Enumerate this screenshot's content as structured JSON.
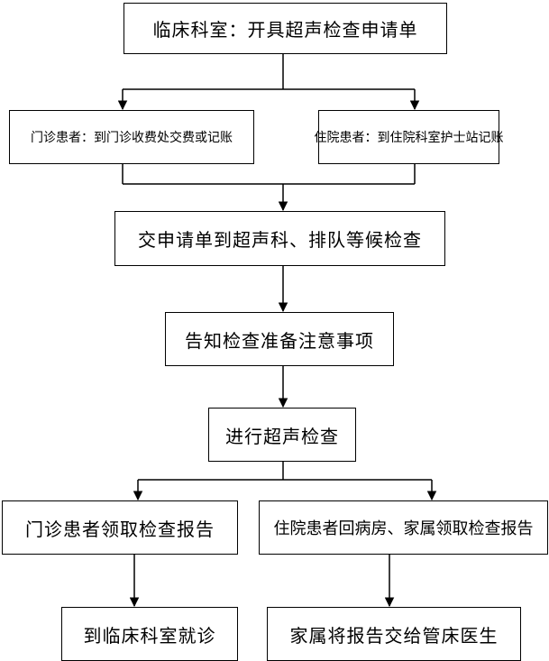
{
  "flowchart": {
    "step_request": "临床科室：开具超声检查申请单",
    "step_outpatient_pay": "门诊患者：到门诊收费处交费或记账",
    "step_inpatient_pay": "住院患者：到住院科室护士站记账",
    "step_queue": "交申请单到超声科、排队等候检查",
    "step_notice": "告知检查准备注意事项",
    "step_exam": "进行超声检查",
    "step_outpatient_report": "门诊患者领取检查报告",
    "step_inpatient_report": "住院患者回病房、家属领取检查报告",
    "step_outpatient_visit": "到临床科室就诊",
    "step_inpatient_handover": "家属将报告交给管床医生"
  }
}
